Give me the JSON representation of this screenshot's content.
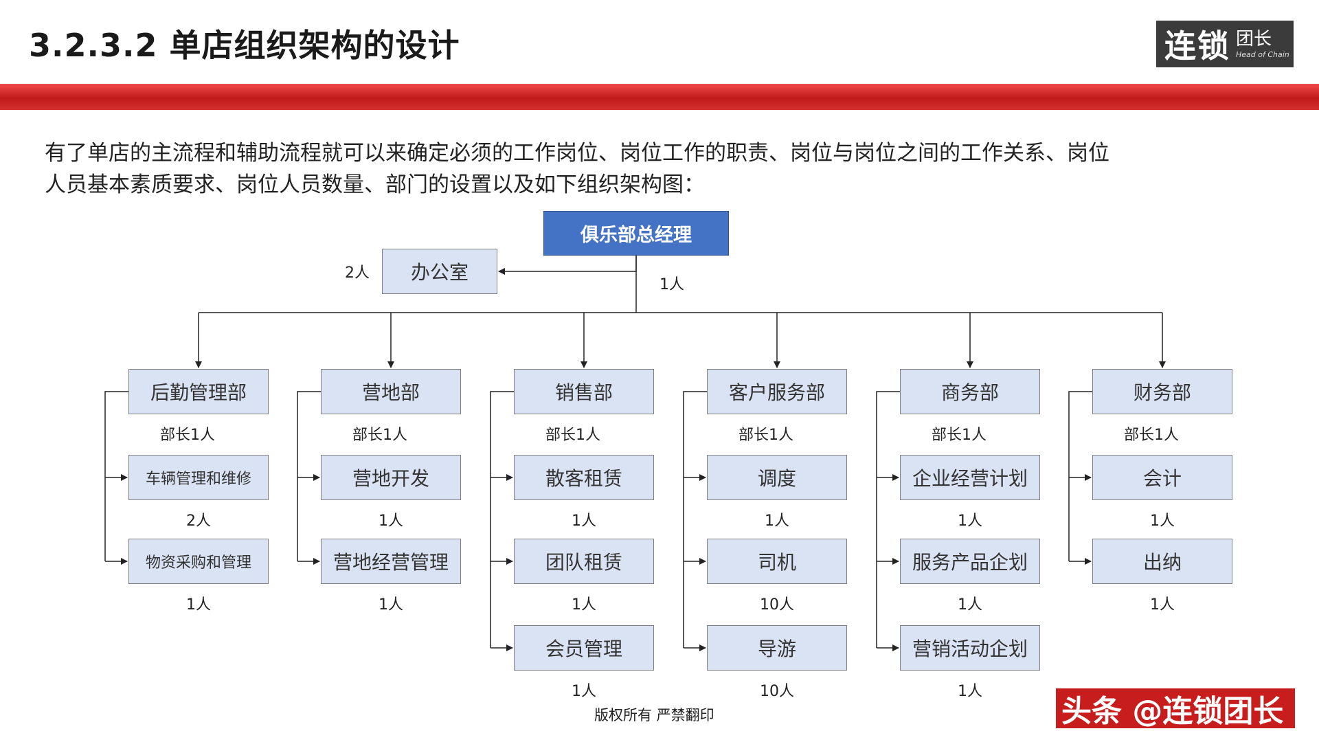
{
  "header": {
    "title": "3.2.3.2 单店组织架构的设计",
    "logo_main": "连锁",
    "logo_side": "团长",
    "logo_en": "Head of Chain"
  },
  "intro": {
    "line1": "有了单店的主流程和辅助流程就可以来确定必须的工作岗位、岗位工作的职责、岗位与岗位之间的工作关系、岗位",
    "line2": "人员基本素质要求、岗位人员数量、部门的设置以及如下组织架构图："
  },
  "org": {
    "top": {
      "name": "俱乐部总经理",
      "count": "1人"
    },
    "office": {
      "name": "办公室",
      "count": "2人"
    },
    "departments": [
      {
        "name": "后勤管理部",
        "head": "部长1人",
        "subs": [
          {
            "name": "车辆管理和维修",
            "count": "2人"
          },
          {
            "name": "物资采购和管理",
            "count": "1人"
          }
        ]
      },
      {
        "name": "营地部",
        "head": "部长1人",
        "subs": [
          {
            "name": "营地开发",
            "count": "1人"
          },
          {
            "name": "营地经营管理",
            "count": "1人"
          }
        ]
      },
      {
        "name": "销售部",
        "head": "部长1人",
        "subs": [
          {
            "name": "散客租赁",
            "count": "1人"
          },
          {
            "name": "团队租赁",
            "count": "1人"
          },
          {
            "name": "会员管理",
            "count": "1人"
          }
        ]
      },
      {
        "name": "客户服务部",
        "head": "部长1人",
        "subs": [
          {
            "name": "调度",
            "count": "1人"
          },
          {
            "name": "司机",
            "count": "10人"
          },
          {
            "name": "导游",
            "count": "10人"
          }
        ]
      },
      {
        "name": "商务部",
        "head": "部长1人",
        "subs": [
          {
            "name": "企业经营计划",
            "count": "1人"
          },
          {
            "name": "服务产品企划",
            "count": "1人"
          },
          {
            "name": "营销活动企划",
            "count": "1人"
          }
        ]
      },
      {
        "name": "财务部",
        "head": "部长1人",
        "subs": [
          {
            "name": "会计",
            "count": "1人"
          },
          {
            "name": "出纳",
            "count": "1人"
          }
        ]
      }
    ]
  },
  "footer": {
    "text": "版权所有  严禁翻印"
  },
  "watermark": {
    "text": "头条 @连锁团长"
  },
  "colors": {
    "accent_red": "#c71d1d",
    "top_box": "#4472c4",
    "box_fill": "#dae3f3"
  }
}
